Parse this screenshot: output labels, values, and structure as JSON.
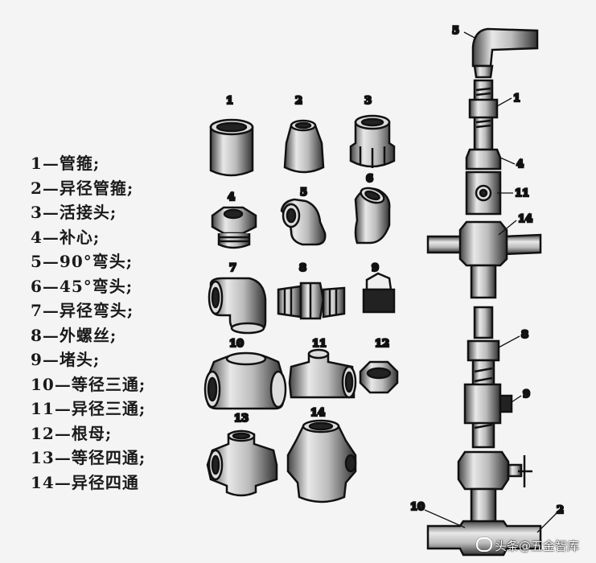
{
  "legend": [
    "1—管箍;",
    "2—异径管箍;",
    "3—活接头;",
    "4—补心;",
    "5—90°弯头;",
    "6—45°弯头;",
    "7—异径弯头;",
    "8—外螺丝;",
    "9—堵头;",
    "10—等径三通;",
    "11—异径三通;",
    "12—根母;",
    "13—等径四通;",
    "14—异径四通"
  ],
  "fitting_numbers": [
    "1",
    "2",
    "3",
    "4",
    "5",
    "6",
    "7",
    "8",
    "9",
    "10",
    "11",
    "12",
    "13",
    "14"
  ],
  "assembly_callouts": [
    "5",
    "1",
    "4",
    "11",
    "14",
    "8",
    "9",
    "10",
    "2"
  ],
  "watermark": "头条@五金智库"
}
